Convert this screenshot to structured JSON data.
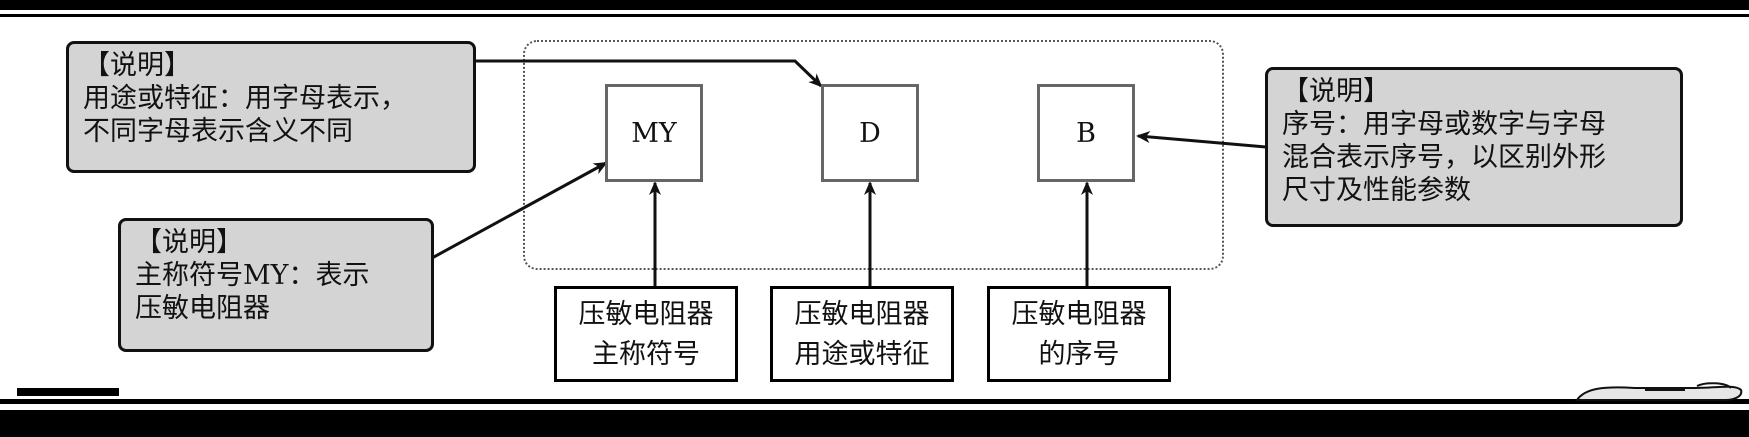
{
  "codes": {
    "main_symbol": "MY",
    "purpose": "D",
    "sequence": "B"
  },
  "labels": {
    "main_symbol": [
      "压敏电阻器",
      "主称符号"
    ],
    "purpose": [
      "压敏电阻器",
      "用途或特征"
    ],
    "sequence": [
      "压敏电阻器",
      "的序号"
    ]
  },
  "notes": {
    "purpose": {
      "title": "【说明】",
      "lines": [
        "用途或特征：用字母表示，",
        "不同字母表示含义不同"
      ]
    },
    "main_symbol": {
      "title": "【说明】",
      "lines": [
        "主称符号MY：表示",
        "压敏电阻器"
      ]
    },
    "sequence": {
      "title": "【说明】",
      "lines": [
        "序号：用字母或数字与字母",
        "混合表示序号，以区别外形",
        "尺寸及性能参数"
      ]
    }
  }
}
